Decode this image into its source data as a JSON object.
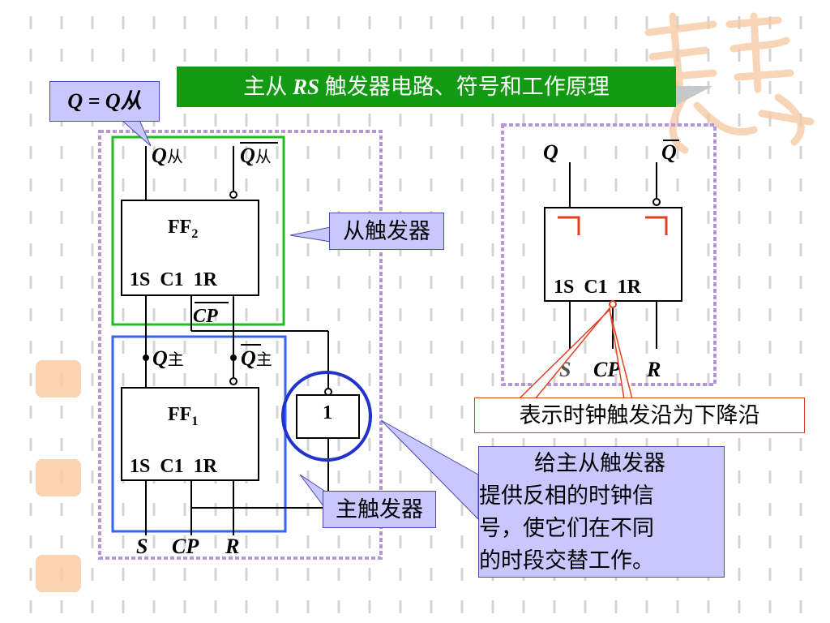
{
  "title": {
    "prefix": "主从 ",
    "rs": "RS",
    "suffix": " 触发器电路、符号和工作原理"
  },
  "callouts": {
    "q_eq_qslave": "Q = Q从",
    "slave_ff": "从触发器",
    "master_ff": "主触发器",
    "falling_edge": "表示时钟触发沿为下降沿",
    "inverter_note_line1": "给主从触发器",
    "inverter_note_line2": "提供反相的时钟信",
    "inverter_note_line3": "号，使它们在不同",
    "inverter_note_line4": "的时段交替工作。"
  },
  "circuit": {
    "q_slave": "Q",
    "q_slave_sub": "从",
    "qbar_slave": "Q",
    "qbar_slave_sub": "从",
    "ff2": "FF",
    "ff2_sub": "2",
    "ff2_ports": "1S  C1  1R",
    "cp_bar": "CP",
    "q_master": "Q",
    "q_master_sub": "主",
    "qbar_master": "Q",
    "qbar_master_sub": "主",
    "ff1": "FF",
    "ff1_sub": "1",
    "ff1_ports": "1S  C1  1R",
    "inverter": "1",
    "in_s": "S",
    "in_cp": "CP",
    "in_r": "R"
  },
  "symbol": {
    "q": "Q",
    "qbar": "Q",
    "ports": "1S  C1  1R",
    "in_s": "S",
    "in_cp": "CP",
    "in_r": "R"
  },
  "colors": {
    "title_bg": "#129a12",
    "slave_box": "#22bb22",
    "master_box": "#3366ee",
    "callout_bg": "#c8c8ff",
    "accent_red": "#e04020",
    "frame_purple": "#b896d8"
  }
}
